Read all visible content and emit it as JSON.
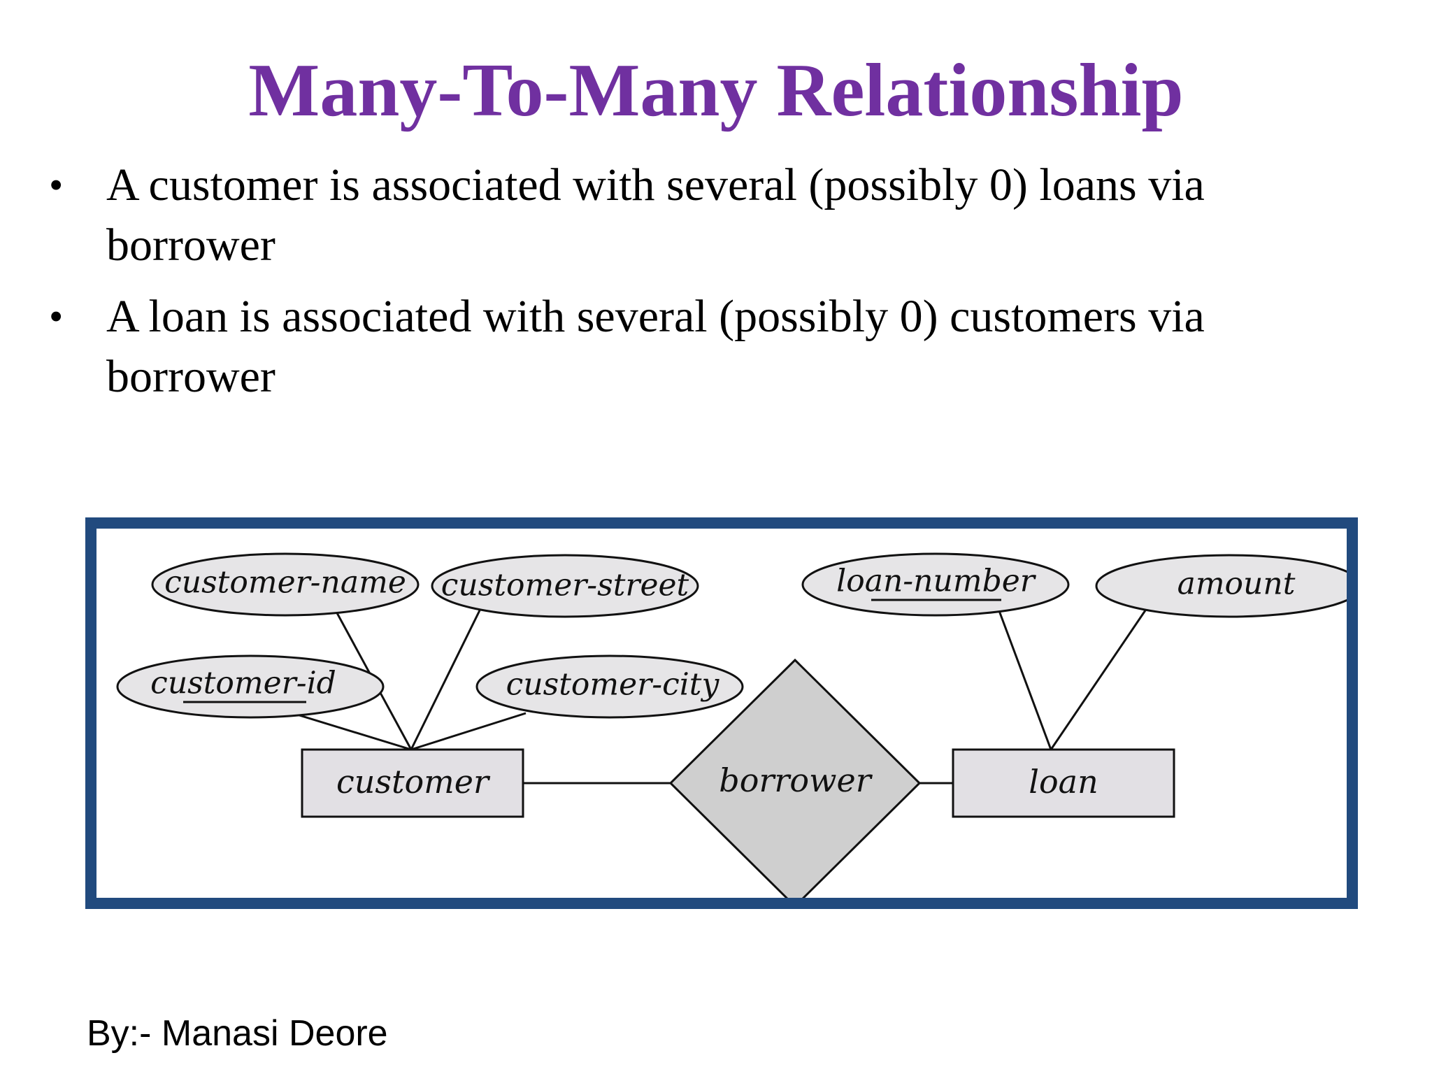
{
  "slide": {
    "title": "Many-To-Many Relationship",
    "title_color": "#7030a0",
    "bullet_symbol": "•",
    "bullets": [
      "A customer is associated with several (possibly 0) loans via borrower",
      "A loan is associated with several (possibly 0) customers via borrower"
    ],
    "footer": "By:- Manasi Deore"
  },
  "colors": {
    "frame_border": "#214a7e",
    "entity_fill": "#e2e0e4",
    "relationship_fill": "#cfcfcf",
    "attribute_fill": "#e6e5e7"
  },
  "diagram": {
    "entities": {
      "customer": "customer",
      "loan": "loan"
    },
    "relationship": "borrower",
    "attributes": {
      "customer_name": "customer-name",
      "customer_street": "customer-street",
      "customer_id": "customer-id",
      "customer_city": "customer-city",
      "loan_number": "loan-number",
      "amount": "amount"
    },
    "primary_keys": [
      "customer-id",
      "loan-number"
    ]
  }
}
